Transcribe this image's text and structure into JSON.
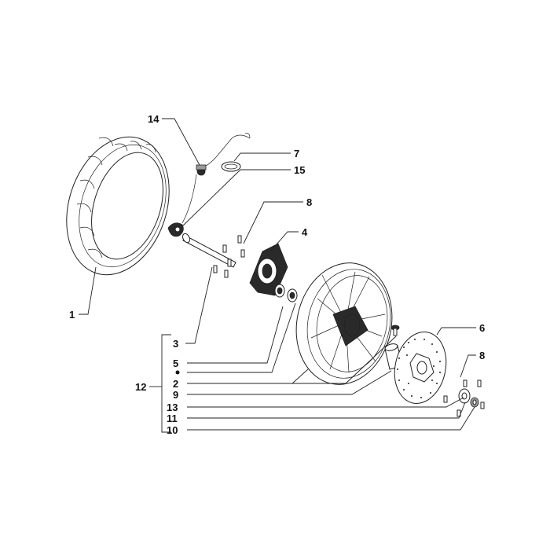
{
  "callouts": {
    "c1": "1",
    "c14": "14",
    "c7": "7",
    "c15": "15",
    "c8a": "8",
    "c4": "4",
    "c3": "3",
    "c6": "6",
    "c8b": "8",
    "c5": "5",
    "c2": "2",
    "c9": "9",
    "c13": "13",
    "c11": "11",
    "c10": "10",
    "c12": "12"
  },
  "colors": {
    "ink": "#222222",
    "paper": "#ffffff",
    "hub": "#2a2a2a",
    "grey": "#9a9a9a"
  }
}
